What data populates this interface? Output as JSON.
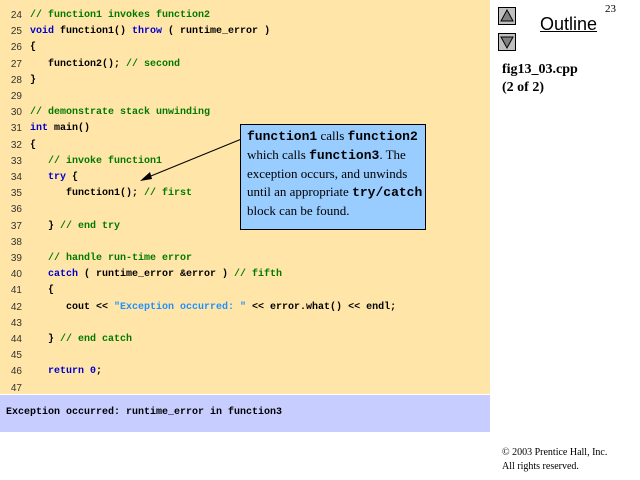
{
  "page_number": "23",
  "sidebar": {
    "outline_title": "Outline",
    "file_name": "fig13_03.cpp",
    "slide_count": "(2 of 2)",
    "copyright": "© 2003 Prentice Hall, Inc.",
    "rights": "All rights reserved."
  },
  "code_lines": [
    {
      "num": "24",
      "segs": [
        [
          "cm",
          "// function1 invokes function2"
        ]
      ]
    },
    {
      "num": "25",
      "segs": [
        [
          "kw",
          "void"
        ],
        [
          "nm",
          " function1() "
        ],
        [
          "kw",
          "throw"
        ],
        [
          "nm",
          " ( runtime_error )"
        ]
      ]
    },
    {
      "num": "26",
      "segs": [
        [
          "nm",
          "{"
        ]
      ]
    },
    {
      "num": "27",
      "segs": [
        [
          "nm",
          "   function2(); "
        ],
        [
          "cm",
          "// second"
        ]
      ]
    },
    {
      "num": "28",
      "segs": [
        [
          "nm",
          "}"
        ]
      ]
    },
    {
      "num": "29",
      "segs": []
    },
    {
      "num": "30",
      "segs": [
        [
          "cm",
          "// demonstrate stack unwinding"
        ]
      ]
    },
    {
      "num": "31",
      "segs": [
        [
          "kw",
          "int"
        ],
        [
          "nm",
          " main()"
        ]
      ]
    },
    {
      "num": "32",
      "segs": [
        [
          "nm",
          "{"
        ]
      ]
    },
    {
      "num": "33",
      "segs": [
        [
          "cm",
          "   // invoke function1"
        ]
      ]
    },
    {
      "num": "34",
      "segs": [
        [
          "kw",
          "   try"
        ],
        [
          "nm",
          " {"
        ]
      ]
    },
    {
      "num": "35",
      "segs": [
        [
          "nm",
          "      function1(); "
        ],
        [
          "cm",
          "// first"
        ]
      ]
    },
    {
      "num": "36",
      "segs": []
    },
    {
      "num": "37",
      "segs": [
        [
          "nm",
          "   } "
        ],
        [
          "cm",
          "// end try"
        ]
      ]
    },
    {
      "num": "38",
      "segs": []
    },
    {
      "num": "39",
      "segs": [
        [
          "cm",
          "   // handle run-time error"
        ]
      ]
    },
    {
      "num": "40",
      "segs": [
        [
          "kw",
          "   catch"
        ],
        [
          "nm",
          " ( runtime_error &error ) "
        ],
        [
          "cm",
          "// fifth"
        ]
      ]
    },
    {
      "num": "41",
      "segs": [
        [
          "nm",
          "   {"
        ]
      ]
    },
    {
      "num": "42",
      "segs": [
        [
          "nm",
          "      cout << "
        ],
        [
          "str",
          "\"Exception occurred: \""
        ],
        [
          "nm",
          " << error.what() << endl;"
        ]
      ]
    },
    {
      "num": "43",
      "segs": []
    },
    {
      "num": "44",
      "segs": [
        [
          "nm",
          "   } "
        ],
        [
          "cm",
          "// end catch"
        ]
      ]
    },
    {
      "num": "45",
      "segs": []
    },
    {
      "num": "46",
      "segs": [
        [
          "kw",
          "   return"
        ],
        [
          "nm",
          " "
        ],
        [
          "kw",
          "0"
        ],
        [
          "nm",
          ";"
        ]
      ]
    },
    {
      "num": "47",
      "segs": []
    }
  ],
  "output": "Exception occurred: runtime_error in function3",
  "callout": {
    "t1": "function1",
    "t2": " calls ",
    "t3": "function2",
    "t4": " which calls ",
    "t5": "function3",
    "t6": ". The exception occurs, and unwinds until an appropriate ",
    "t7": "try/catch",
    "t8": " block can be found."
  }
}
